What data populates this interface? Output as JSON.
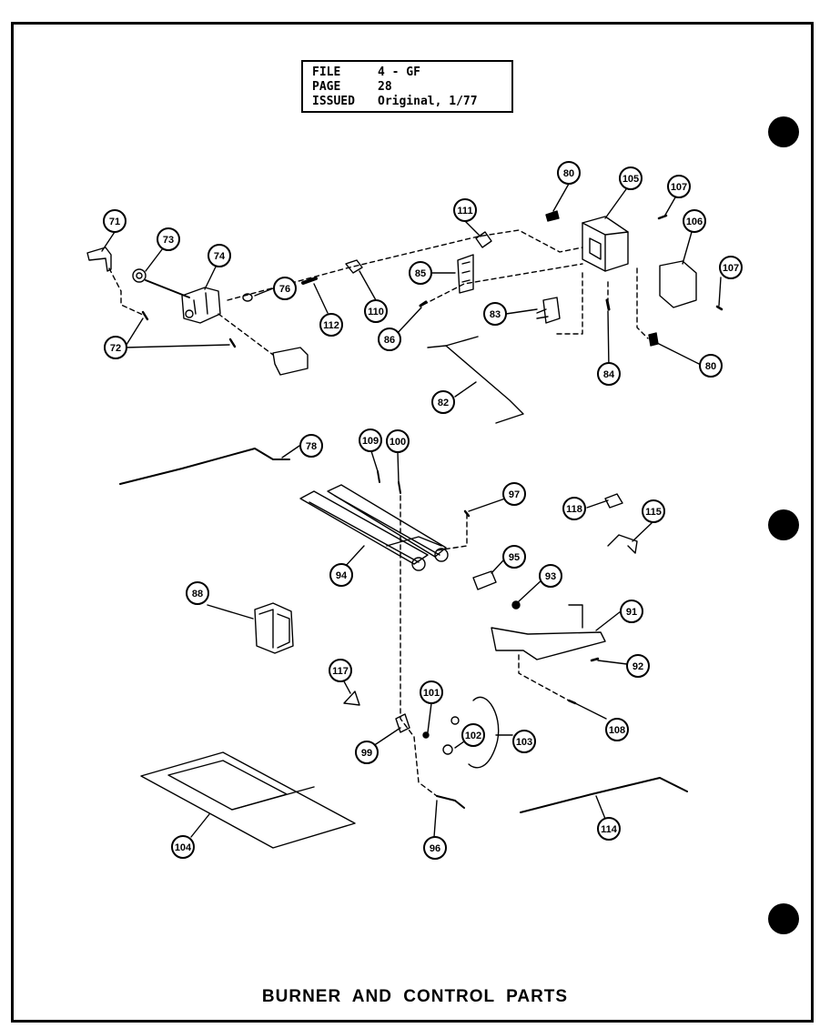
{
  "title": "BURNER AND CONTROL PARTS",
  "file_info": {
    "file_label": "FILE",
    "file_value": "4 - GF",
    "page_label": "PAGE",
    "page_value": "28",
    "issued_label": "ISSUED",
    "issued_value": "Original, 1/77"
  },
  "callouts": [
    {
      "id": "c71",
      "label": "71"
    },
    {
      "id": "c72",
      "label": "72"
    },
    {
      "id": "c73",
      "label": "73"
    },
    {
      "id": "c74",
      "label": "74"
    },
    {
      "id": "c76",
      "label": "76"
    },
    {
      "id": "c78",
      "label": "78"
    },
    {
      "id": "c80a",
      "label": "80"
    },
    {
      "id": "c80b",
      "label": "80"
    },
    {
      "id": "c82",
      "label": "82"
    },
    {
      "id": "c83",
      "label": "83"
    },
    {
      "id": "c84",
      "label": "84"
    },
    {
      "id": "c85",
      "label": "85"
    },
    {
      "id": "c86",
      "label": "86"
    },
    {
      "id": "c88",
      "label": "88"
    },
    {
      "id": "c91",
      "label": "91"
    },
    {
      "id": "c92",
      "label": "92"
    },
    {
      "id": "c93",
      "label": "93"
    },
    {
      "id": "c94",
      "label": "94"
    },
    {
      "id": "c95",
      "label": "95"
    },
    {
      "id": "c96",
      "label": "96"
    },
    {
      "id": "c97",
      "label": "97"
    },
    {
      "id": "c99",
      "label": "99"
    },
    {
      "id": "c100",
      "label": "100"
    },
    {
      "id": "c101",
      "label": "101"
    },
    {
      "id": "c102",
      "label": "102"
    },
    {
      "id": "c103",
      "label": "103"
    },
    {
      "id": "c104",
      "label": "104"
    },
    {
      "id": "c105",
      "label": "105"
    },
    {
      "id": "c106",
      "label": "106"
    },
    {
      "id": "c107a",
      "label": "107"
    },
    {
      "id": "c107b",
      "label": "107"
    },
    {
      "id": "c108",
      "label": "108"
    },
    {
      "id": "c109",
      "label": "109"
    },
    {
      "id": "c110",
      "label": "110"
    },
    {
      "id": "c111",
      "label": "111"
    },
    {
      "id": "c112",
      "label": "112"
    },
    {
      "id": "c114",
      "label": "114"
    },
    {
      "id": "c115",
      "label": "115"
    },
    {
      "id": "c117",
      "label": "117"
    },
    {
      "id": "c118",
      "label": "118"
    }
  ]
}
